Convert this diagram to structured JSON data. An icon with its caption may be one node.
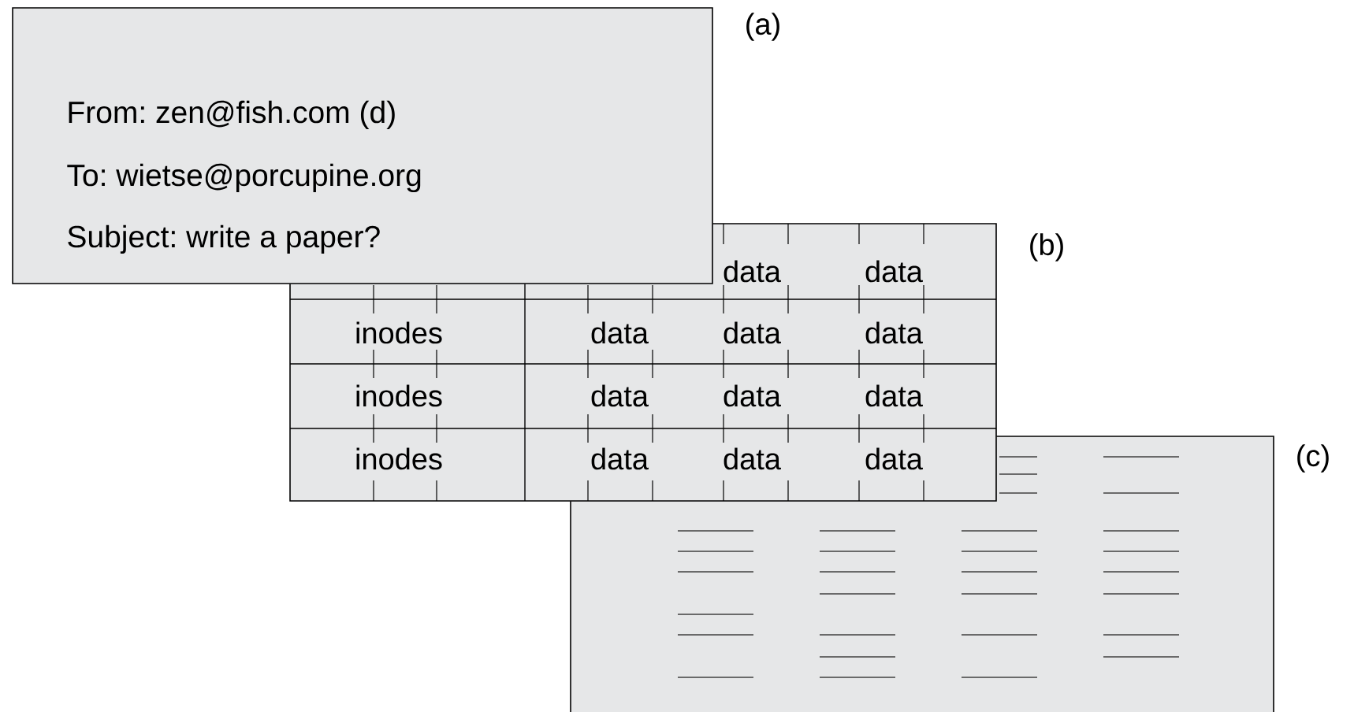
{
  "diagram": {
    "nodes": [
      {
        "text": [
          "From: zen@fish.com (d)",
          "To: wietse@porcupine.org",
          "Subject: write a paper?"
        ],
        "beside": [
          "(a)"
        ]
      },
      {
        "text": [
          "data",
          "data",
          "inodes",
          "data",
          "data",
          "data",
          "inodes",
          "data",
          "data",
          "data",
          "inodes",
          "data",
          "data",
          "data"
        ],
        "beside": [
          "(b)"
        ]
      },
      {
        "text": [],
        "shape": "box",
        "beside": [
          "(c)"
        ]
      }
    ]
  }
}
